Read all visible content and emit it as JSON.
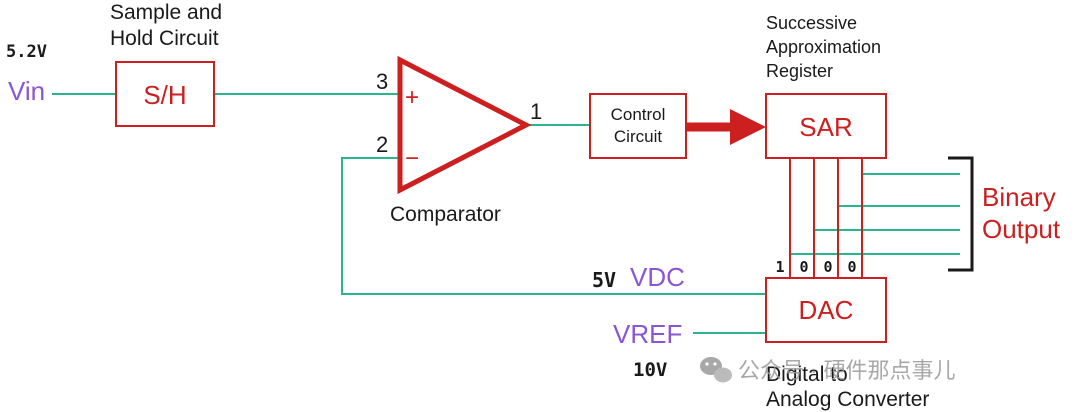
{
  "colors": {
    "block": "#cc1f1f",
    "wire": "#2bb58a",
    "purple": "#8a55d6",
    "text": "#1a1a1a",
    "watermark": "#9a9a9a"
  },
  "labels": {
    "vin_voltage": "5.2V",
    "vin": "Vin",
    "sh_title_line1": "Sample and",
    "sh_title_line2": "Hold Circuit",
    "sh_block": "S/H",
    "pin3": "3",
    "pin2": "2",
    "pin1": "1",
    "plus": "+",
    "minus": "−",
    "comparator": "Comparator",
    "control_line1": "Control",
    "control_line2": "Circuit",
    "sar_title_line1": "Successive",
    "sar_title_line2": "Approximation",
    "sar_title_line3": "Register",
    "sar_block": "SAR",
    "binary_line1": "Binary",
    "binary_line2": "Output",
    "bits": [
      "1",
      "0",
      "0",
      "0"
    ],
    "vdc_voltage": "5V",
    "vdc": "VDC",
    "dac_block": "DAC",
    "vref": "VREF",
    "vref_voltage": "10V",
    "dac_title_line1": "Digital to",
    "dac_title_line2": "Analog Converter",
    "watermark": "公众号 · 硬件那点事儿"
  },
  "watermark_icon": "wechat-icon"
}
